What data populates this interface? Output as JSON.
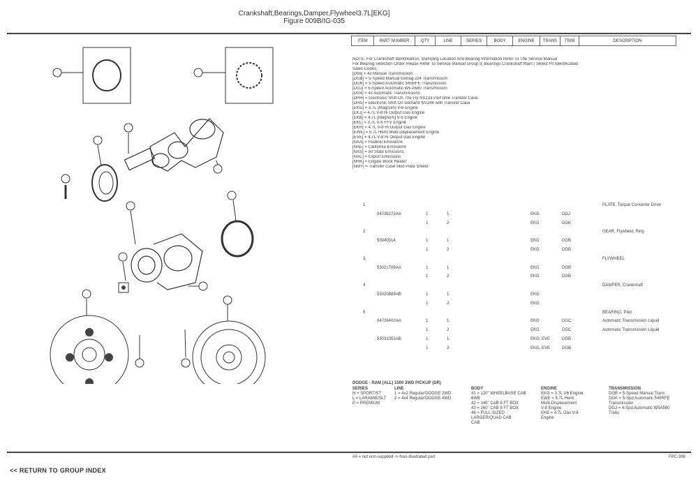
{
  "title_line1": "Crankshaft,Bearings,Damper,Flywheel3.7L[EKG]",
  "title_line2": "Figure 009B/IG-035",
  "table_headers": [
    "ITEM",
    "PART NUMBER",
    "QTY",
    "LINE",
    "SERIES",
    "BODY",
    "ENGINE",
    "TRANS",
    "TRIM",
    "DESCRIPTION"
  ],
  "notes": [
    "NOTE: For Crankshaft Identification, Stamping Location And Bearing Information Refer To The Service Manual",
    "For Bearing Selection Order Please Refer To Service Manual Group 9, Bearings Crankshaft Main ( Select Fit Identification",
    "Sales Codes:",
    "[D66] = 4x Manual Transmission",
    "[DGB] = 5-Speed Manual Getrag 224 Transmission",
    "[DGK] = 5-Speed Automatic 545RFE Transmission",
    "[DGJ] = 5-Speed Automatic W5 A580 Transmission",
    "[DG4] = 4x Automatic Transmissions",
    "[DHR] = Electronic Shift On The Fly NV233 Part time Transfer Case",
    "[DHS] = Electronic Shift On Demand NV244 with Transfer Case",
    "[EKG] = 3.7L [Magnum] V-6 Engine",
    "[EKJ] = 4.7L V-8 Hi Output Gas Engine",
    "[EKB] = 4.7L [Magnum] V-8 Engine",
    "[EKL] = 3.7L V-6 FFV Engine",
    "[EKH] = 4.7L V-8 Hi Output Gas Engine",
    "[EWE] = 5.7L Hemi Multi-Displacement Engine",
    "[EVE] = 4.7L V-8 Hi Output Gas Engine",
    "[NAA] = Federal Emissions",
    "[NAE] = California Emissions",
    "[NAS] = 50 State Emissions",
    "[NAC] = Export Emissions",
    "[NHK] = Engine Block Heater",
    "[NMY] = Transfer Case Skid Plate Shield"
  ],
  "parts": [
    {
      "item": "1",
      "part": "",
      "qty": "",
      "line": "",
      "engine": "",
      "trans": "",
      "desc": "PLATE, Torque Converter Drive"
    },
    {
      "item": "",
      "part": "04736223AA",
      "qty": "1",
      "line": "1",
      "engine": "EKG",
      "trans": "DGJ",
      "desc": ""
    },
    {
      "item": "",
      "part": "",
      "qty": "1",
      "line": "2",
      "engine": "EKG",
      "trans": "DGK",
      "desc": ""
    },
    {
      "item": "2",
      "part": "",
      "qty": "",
      "line": "",
      "engine": "",
      "trans": "",
      "desc": "GEAR, Flywheel, Ring"
    },
    {
      "item": "",
      "part": "53040314",
      "qty": "1",
      "line": "1",
      "engine": "EKG",
      "trans": "DGB",
      "desc": ""
    },
    {
      "item": "",
      "part": "",
      "qty": "1",
      "line": "2",
      "engine": "EKG",
      "trans": "DGB",
      "desc": ""
    },
    {
      "item": "3",
      "part": "",
      "qty": "",
      "line": "",
      "engine": "",
      "trans": "",
      "desc": "FLYWHEEL"
    },
    {
      "item": "",
      "part": "53021709AA",
      "qty": "1",
      "line": "1",
      "engine": "EKG",
      "trans": "DGB",
      "desc": ""
    },
    {
      "item": "",
      "part": "",
      "qty": "1",
      "line": "2",
      "engine": "EKG",
      "trans": "DGB",
      "desc": ""
    },
    {
      "item": "4",
      "part": "",
      "qty": "",
      "line": "",
      "engine": "",
      "trans": "",
      "desc": "DAMPER, Crankshaft"
    },
    {
      "item": "",
      "part": "53020889AB",
      "qty": "1",
      "line": "1",
      "engine": "EKG",
      "trans": "",
      "desc": ""
    },
    {
      "item": "",
      "part": "",
      "qty": "1",
      "line": "2",
      "engine": "EKG",
      "trans": "",
      "desc": ""
    },
    {
      "item": "5",
      "part": "",
      "qty": "",
      "line": "",
      "engine": "",
      "trans": "",
      "desc": "BEARING, Pilot"
    },
    {
      "item": "",
      "part": "04736402AA",
      "qty": "1",
      "line": "1",
      "engine": "EKG",
      "trans": "DGC",
      "desc": "Automatic Transmission Liquid"
    },
    {
      "item": "",
      "part": "",
      "qty": "1",
      "line": "2",
      "engine": "EKG",
      "trans": "DGC",
      "desc": "Automatic Transmission Liquid"
    },
    {
      "item": "",
      "part": "53031353AB",
      "qty": "1",
      "line": "1",
      "engine": "EKG, EVE",
      "trans": "DGB",
      "desc": ""
    },
    {
      "item": "",
      "part": "",
      "qty": "1",
      "line": "2",
      "engine": "EKG, EVE",
      "trans": "DGB",
      "desc": ""
    }
  ],
  "legend": {
    "header": "DODGE - RAM (ALL) 1500 2WD PICKUP (DR)",
    "series_hdr": "SERIES",
    "series": [
      "H = SPORT/ST",
      "L = LARAMIE/SLT",
      "P = PREMIUM"
    ],
    "line_hdr": "LINE",
    "line": [
      "1 = 4x2 Regular/DODGE 2WD",
      "2 = 4x4 Regular/DODGE 4WD"
    ],
    "body_hdr": "BODY",
    "body": [
      "41 = 120\" WHEELBASE CAB",
      "6WB",
      "42 = 140\" CAB 8 FT BOX",
      "43 = 160\" CAB 8 FT BOX",
      "46 = FULL-SIZED",
      "LARGER/QUAD CAB",
      "CAB"
    ],
    "engine_hdr": "ENGINE",
    "engine": [
      "EKG = 3.7L V6 Engine",
      "EWE = 5.7L Hemi",
      "Multi-Displacement",
      "V-8 Engine",
      "EKB = 4.7L Gas V-8",
      "Engine"
    ],
    "trans_hdr": "TRANSMISSION",
    "trans": [
      "DGB = 5-Speed Manual Trans",
      "DGK = 5-Spd Automatic 545RFE",
      "Transmission",
      "DGJ = 4-Spd Automatic W5A580",
      "Trans"
    ]
  },
  "footer_left": "#A = not non-supplied  ->-Non-Illustrated part",
  "footer_right": "FPC-398",
  "return_link": "<< RETURN TO GROUP INDEX"
}
